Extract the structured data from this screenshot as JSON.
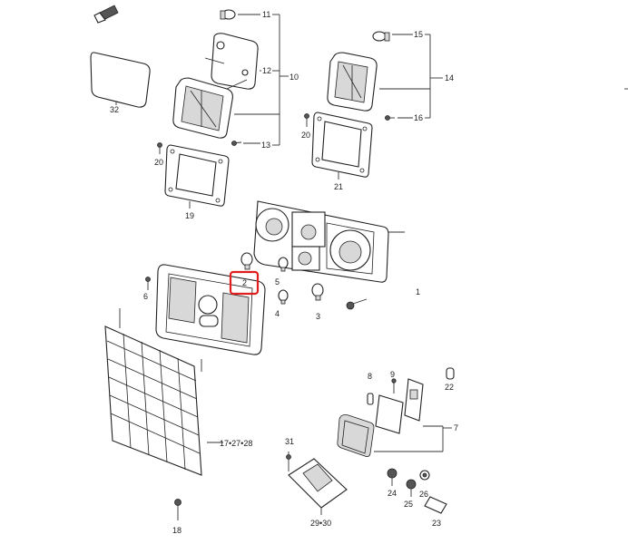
{
  "labels": {
    "l1": "1",
    "l2": "2",
    "l3": "3",
    "l4": "4",
    "l5": "5",
    "l6": "6",
    "l7": "7",
    "l8": "8",
    "l9": "9",
    "l10": "10",
    "l11": "11",
    "l12": "12",
    "l13": "13",
    "l14": "14",
    "l15": "15",
    "l16": "16",
    "l17_27_28": "17•27•28",
    "l18": "18",
    "l19": "19",
    "l20a": "20",
    "l20b": "20",
    "l21": "21",
    "l22": "22",
    "l23": "23",
    "l24": "24",
    "l25": "25",
    "l26": "26",
    "l29_30": "29•30",
    "l31": "31",
    "l32": "32"
  },
  "highlighted_callout": "2",
  "colors": {
    "line": "#333333",
    "highlight": "#e01e1e",
    "background": "#ffffff"
  },
  "icons": {
    "front_mark": "front-arrow-icon"
  }
}
